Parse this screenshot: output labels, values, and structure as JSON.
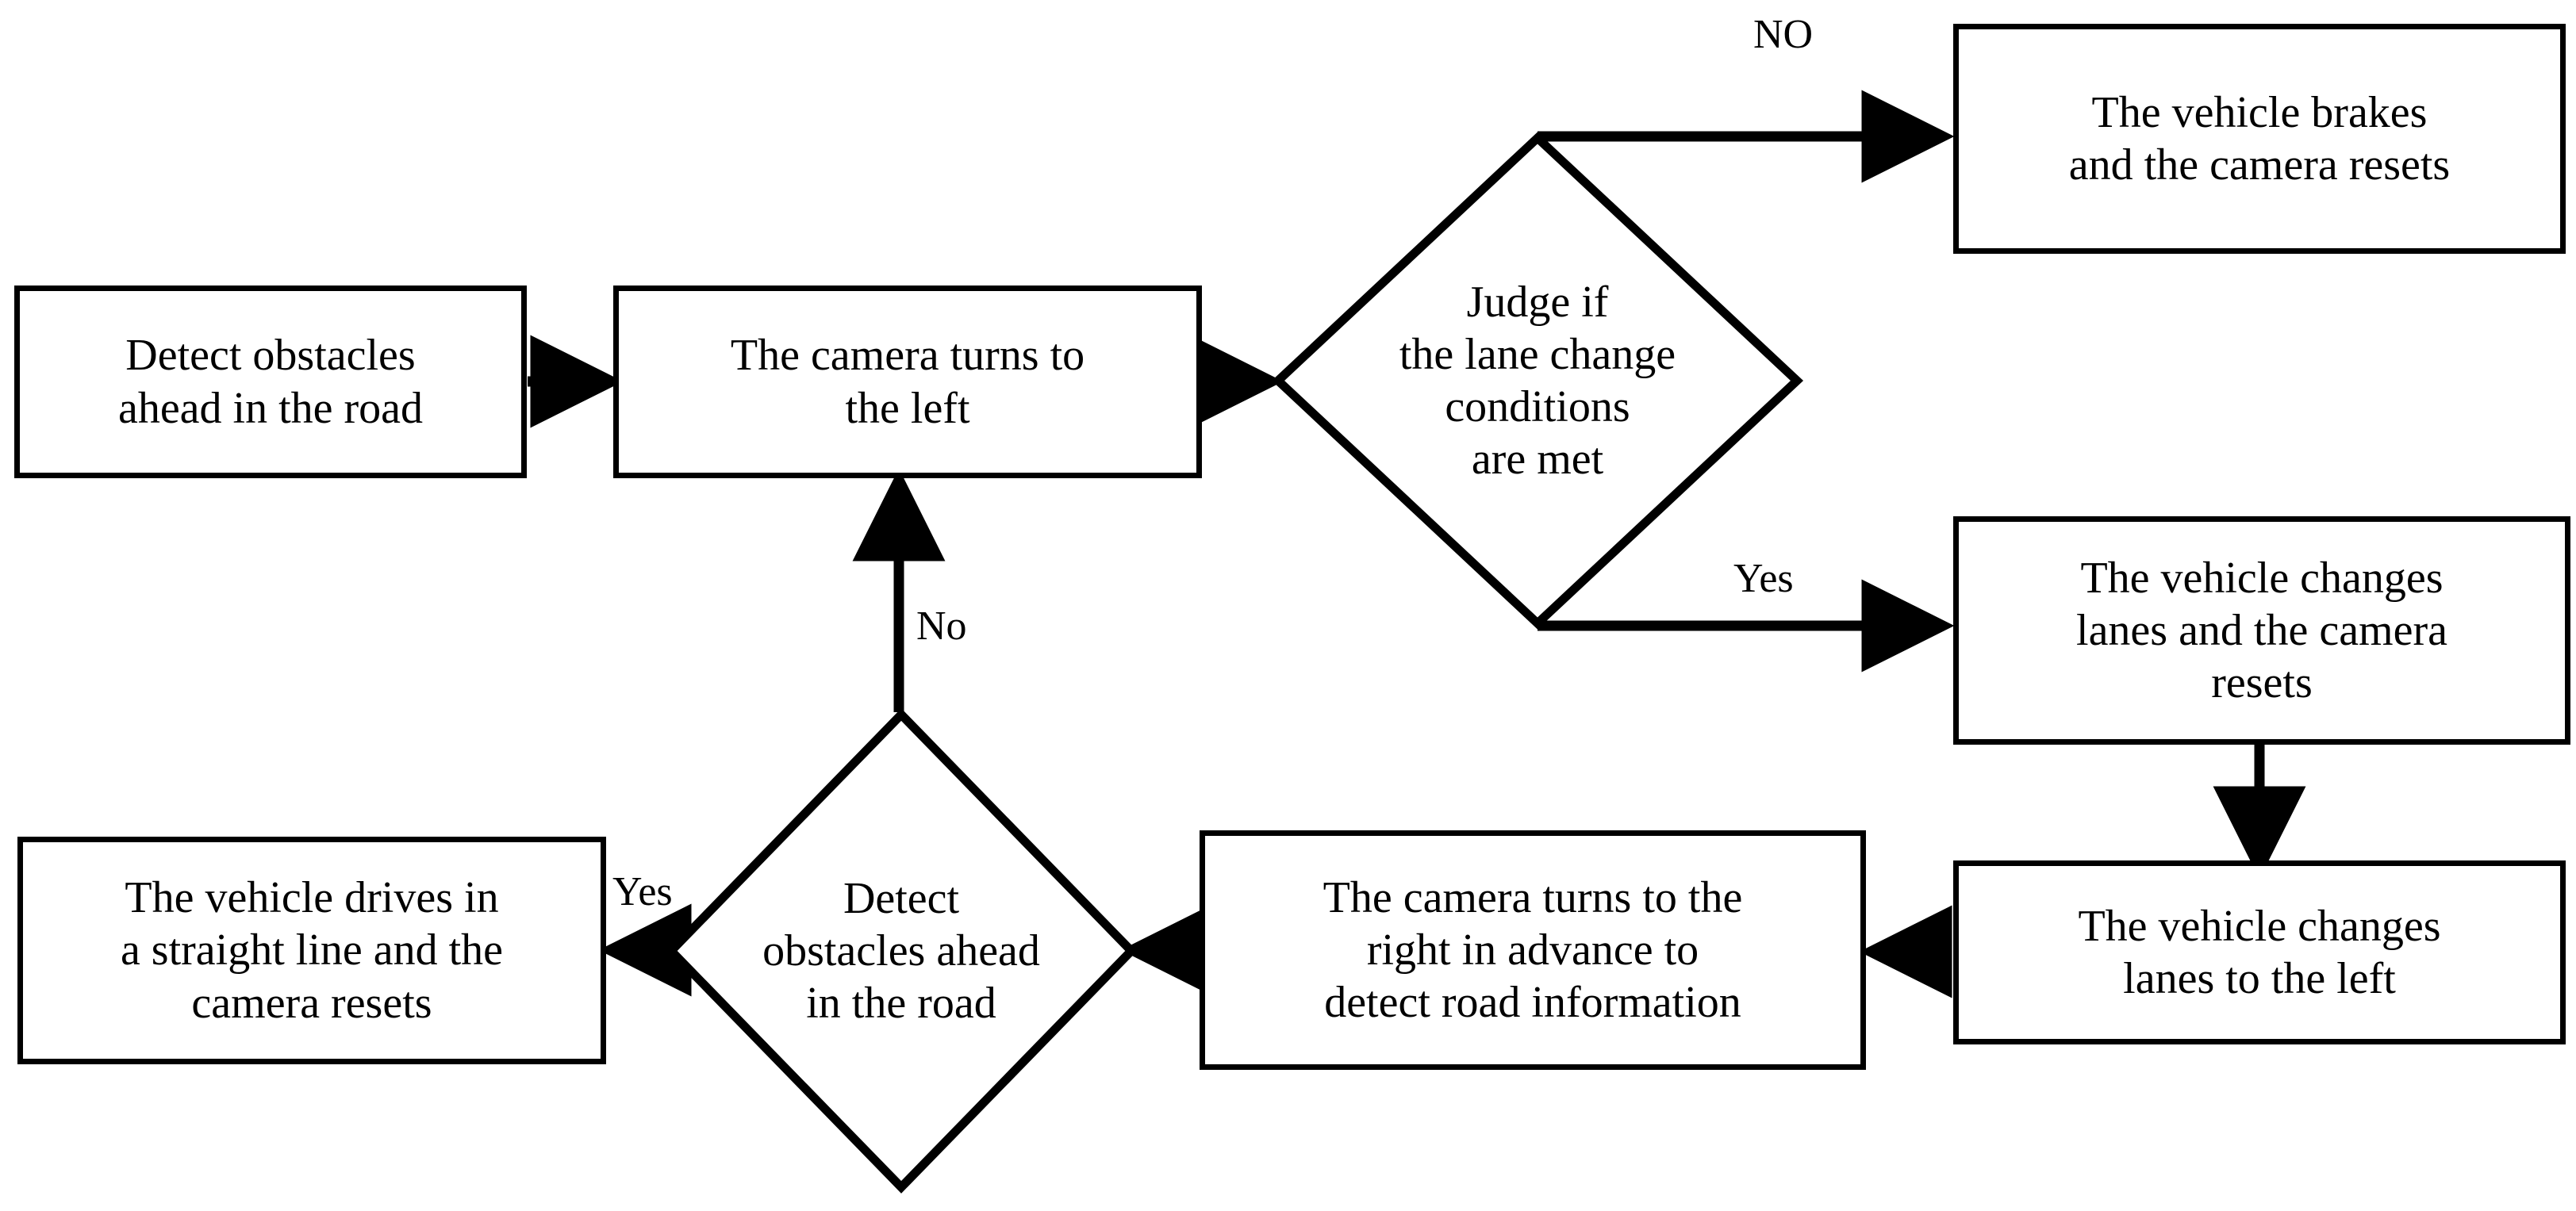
{
  "diagram": {
    "title": "Autonomous vehicle lane-change decision flowchart",
    "line_color": "#000000",
    "fill_color": "#ffffff",
    "text_color": "#000000",
    "nodes": {
      "detect_obstacles_start": {
        "shape": "rectangle",
        "text": "Detect obstacles\nahead in the road"
      },
      "camera_turns_left": {
        "shape": "rectangle",
        "text": "The camera turns to\nthe left"
      },
      "judge_lane_change": {
        "shape": "diamond",
        "text": "Judge if\nthe lane change\nconditions\nare met"
      },
      "vehicle_brakes": {
        "shape": "rectangle",
        "text": "The vehicle brakes\nand the camera resets"
      },
      "vehicle_changes_lanes_camera_resets": {
        "shape": "rectangle",
        "text": "The vehicle changes\nlanes and the camera\nresets"
      },
      "vehicle_changes_lanes_left": {
        "shape": "rectangle",
        "text": "The vehicle changes\nlanes to the left"
      },
      "camera_turns_right": {
        "shape": "rectangle",
        "text": "The camera turns to the\nright in advance to\ndetect road information"
      },
      "detect_obstacles_decision": {
        "shape": "diamond",
        "text": "Detect\nobstacles ahead\nin the road"
      },
      "vehicle_drives_straight": {
        "shape": "rectangle",
        "text": "The vehicle drives in\na straight line and the\ncamera resets"
      }
    },
    "edge_labels": {
      "judge_no": "NO",
      "judge_yes": "Yes",
      "detect_no": "No",
      "detect_yes": "Yes"
    },
    "edges": [
      {
        "from": "detect_obstacles_start",
        "to": "camera_turns_left",
        "label": ""
      },
      {
        "from": "camera_turns_left",
        "to": "judge_lane_change",
        "label": ""
      },
      {
        "from": "judge_lane_change",
        "to": "vehicle_brakes",
        "label": "NO"
      },
      {
        "from": "judge_lane_change",
        "to": "vehicle_changes_lanes_camera_resets",
        "label": "Yes"
      },
      {
        "from": "vehicle_changes_lanes_camera_resets",
        "to": "vehicle_changes_lanes_left",
        "label": ""
      },
      {
        "from": "vehicle_changes_lanes_left",
        "to": "camera_turns_right",
        "label": ""
      },
      {
        "from": "camera_turns_right",
        "to": "detect_obstacles_decision",
        "label": ""
      },
      {
        "from": "detect_obstacles_decision",
        "to": "vehicle_drives_straight",
        "label": "Yes"
      },
      {
        "from": "detect_obstacles_decision",
        "to": "camera_turns_left",
        "label": "No"
      }
    ]
  }
}
